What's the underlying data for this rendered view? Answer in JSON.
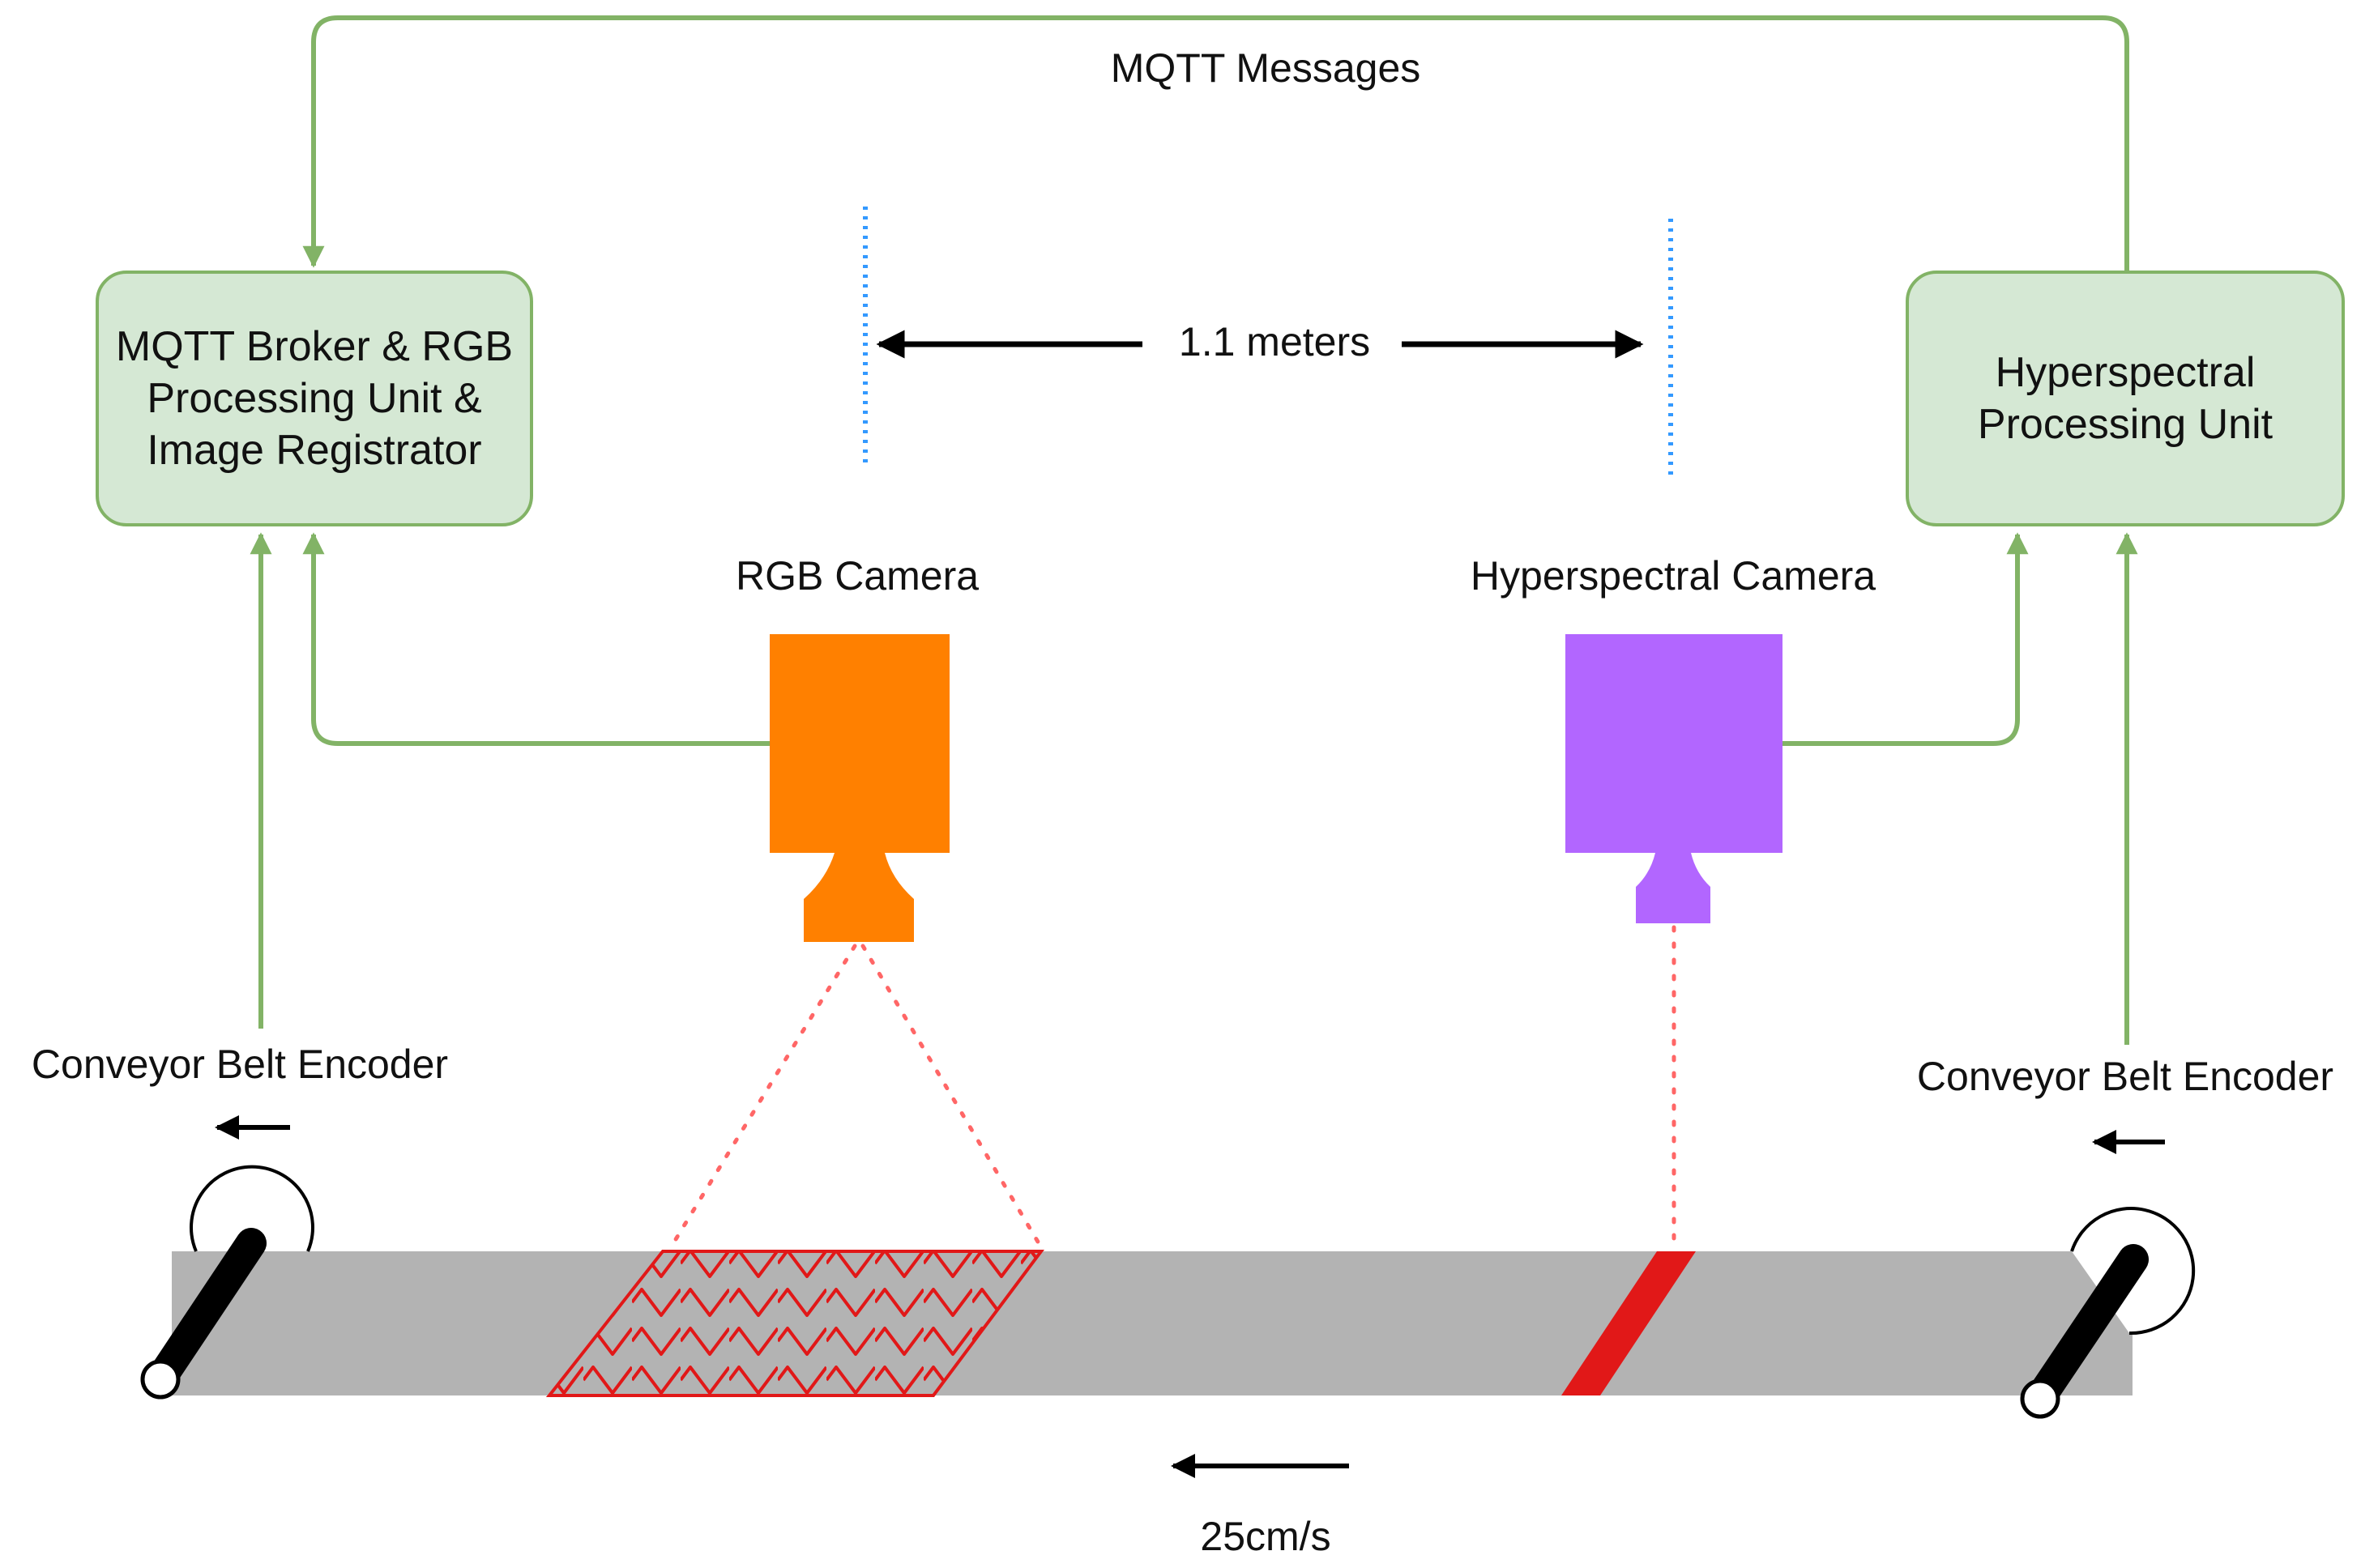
{
  "messages_label": "MQTT Messages",
  "distance_label": "1.1 meters",
  "speed_label": "25cm/s",
  "left_box": {
    "label": "MQTT Broker & RGB\nProcessing Unit &\nImage Registrator"
  },
  "right_box": {
    "label": "Hyperspectral\nProcessing Unit"
  },
  "rgb_camera": {
    "label": "RGB Camera",
    "color": "#ff8000"
  },
  "hyper_camera": {
    "label": "Hyperspectral Camera",
    "color": "#b266ff"
  },
  "left_encoder": {
    "label": "Conveyor Belt Encoder"
  },
  "right_encoder": {
    "label": "Conveyor Belt Encoder"
  },
  "colors": {
    "connector": "#82b366",
    "box_fill": "#d5e8d4",
    "belt": "#b3b3b3",
    "scan": "#e11818",
    "guide": "#3399ff"
  }
}
